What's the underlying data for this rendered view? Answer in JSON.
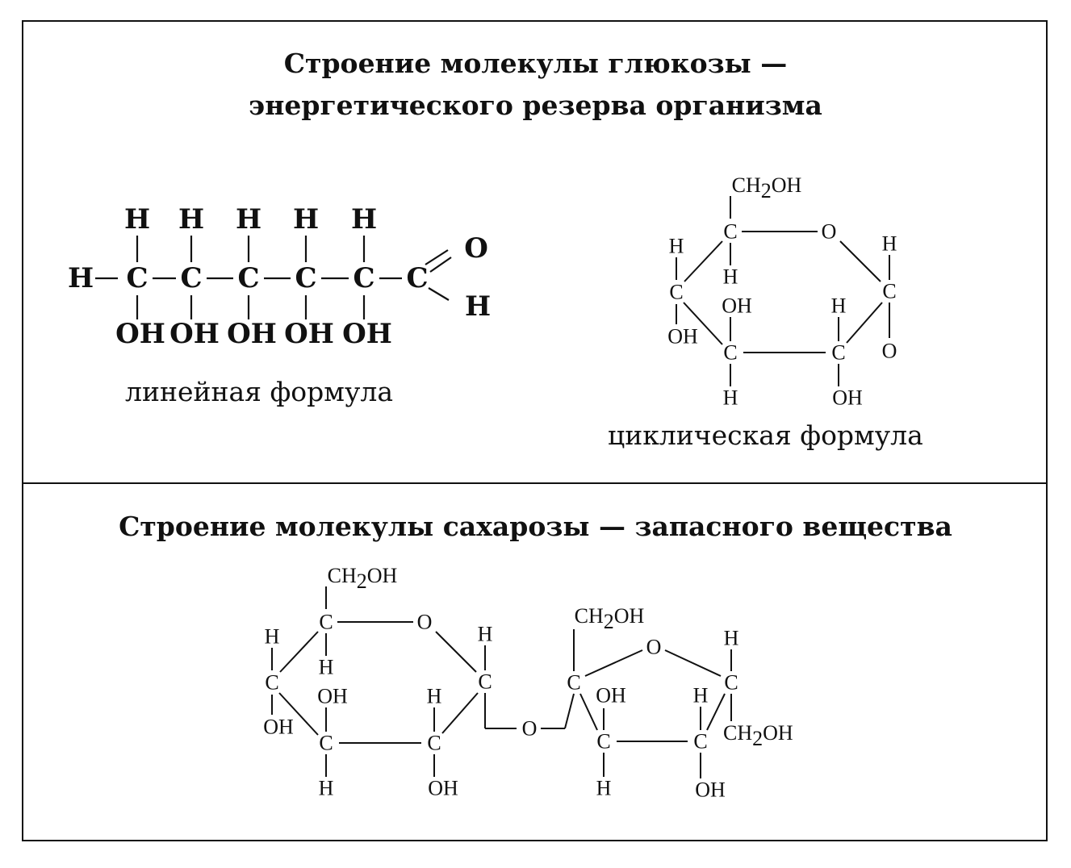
{
  "glucose": {
    "title_line1": "Строение молекулы глюкозы —",
    "title_line2": "энергетического резерва организма",
    "linear_caption": "линейная формула",
    "cyclic_caption": "циклическая формула"
  },
  "sucrose": {
    "title": "Строение молекулы сахарозы — запасного вещества"
  },
  "atoms": {
    "H": "H",
    "C": "C",
    "O": "O",
    "OH": "OH",
    "CH2OH_a": "CH",
    "CH2OH_sub": "2",
    "CH2OH_b": "OH"
  }
}
